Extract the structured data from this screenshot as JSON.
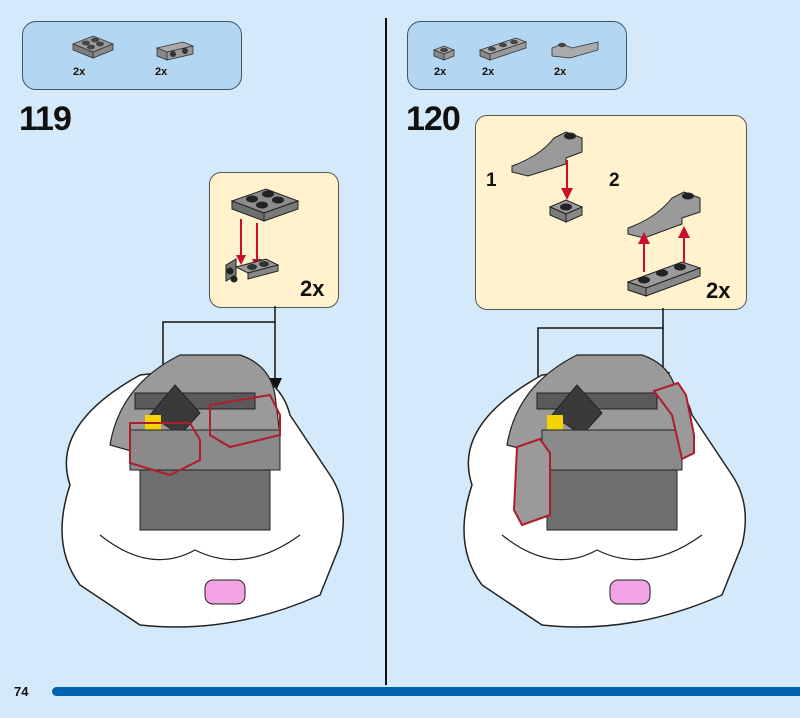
{
  "page": {
    "number": "74",
    "accent_color": "#0062b1",
    "background_color": "#d4eafa"
  },
  "steps": [
    {
      "number": "119",
      "parts": [
        {
          "name": "plate-2x2-dark-gray",
          "qty": "2x"
        },
        {
          "name": "bracket-1x2-with-studs-gray",
          "qty": "2x"
        }
      ],
      "subassembly": {
        "qty": "2x"
      },
      "highlight_color": "#b01c2e"
    },
    {
      "number": "120",
      "parts": [
        {
          "name": "plate-1x1-gray",
          "qty": "2x"
        },
        {
          "name": "plate-1x3-gray",
          "qty": "2x"
        },
        {
          "name": "curved-slope-gray",
          "qty": "2x"
        }
      ],
      "subassembly": {
        "sub_steps": [
          "1",
          "2"
        ],
        "qty": "2x"
      },
      "highlight_color": "#b01c2e"
    }
  ]
}
